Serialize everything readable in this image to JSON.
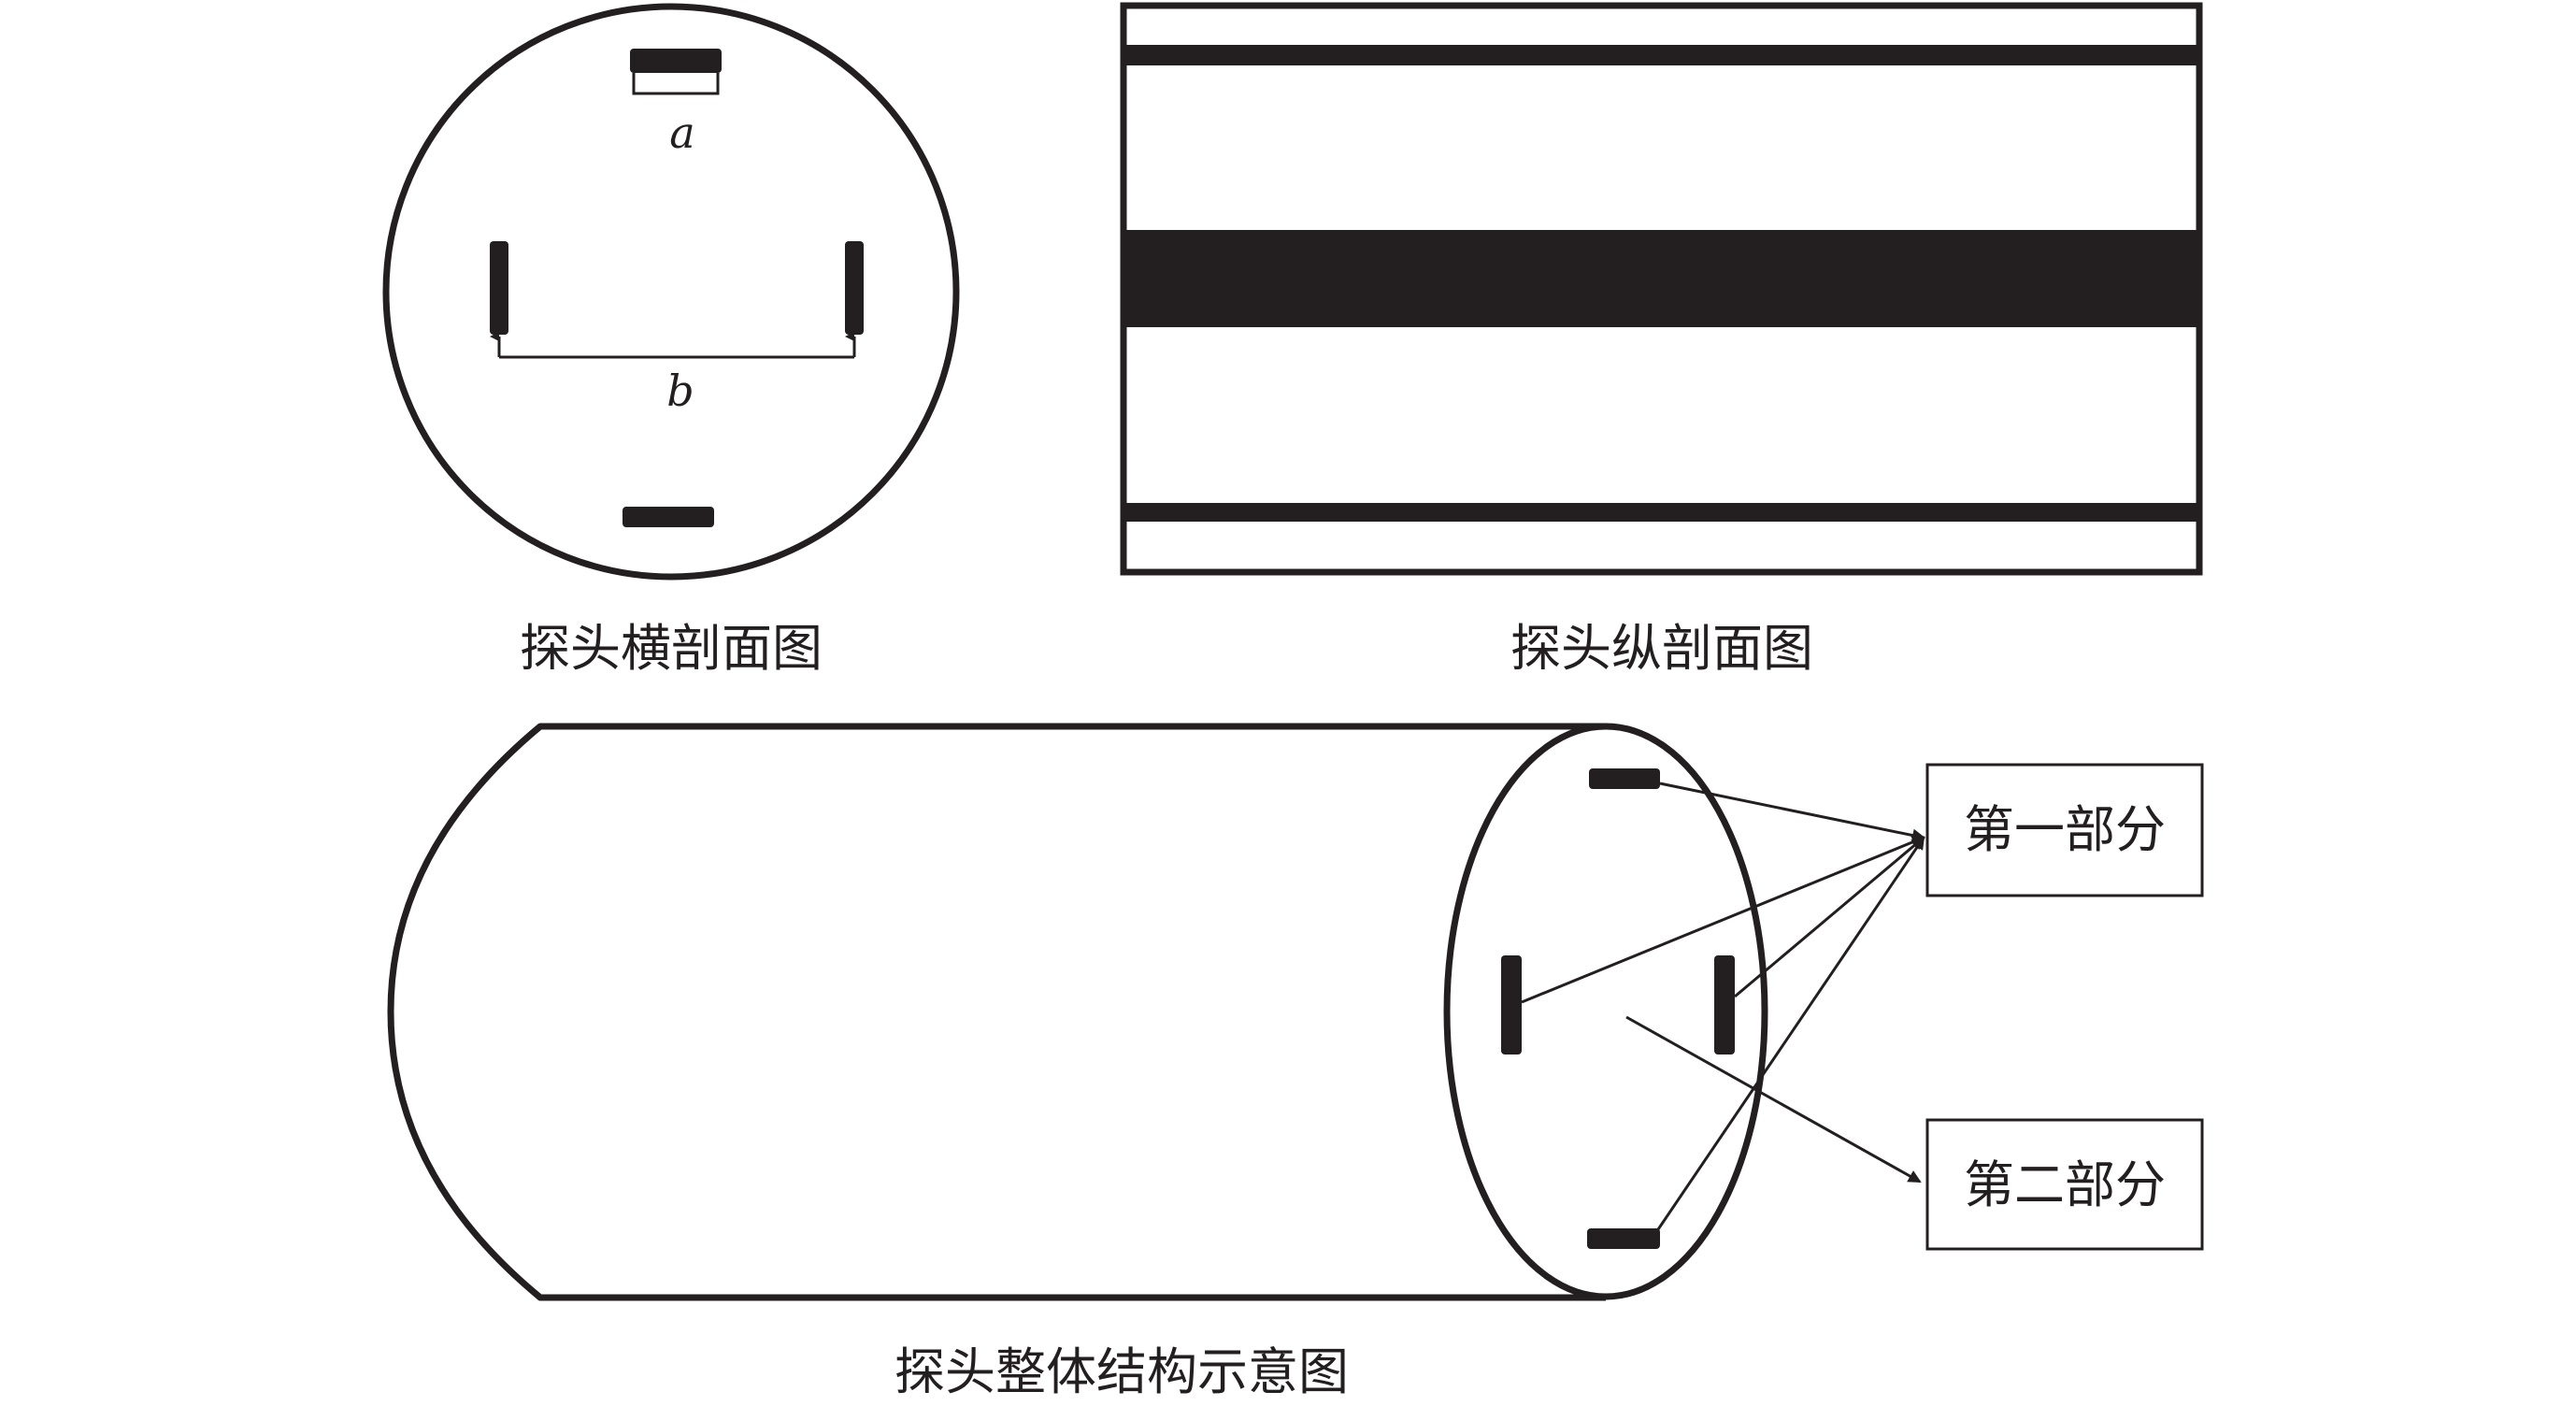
{
  "colors": {
    "ink": "#231f20",
    "background": "#ffffff"
  },
  "cross_section": {
    "label_a": "a",
    "label_b": "b",
    "caption": "探头横剖面图"
  },
  "longitudinal_section": {
    "caption": "探头纵剖面图"
  },
  "overall_structure": {
    "caption": "探头整体结构示意图",
    "box_part1": "第一部分",
    "box_part2": "第二部分"
  }
}
